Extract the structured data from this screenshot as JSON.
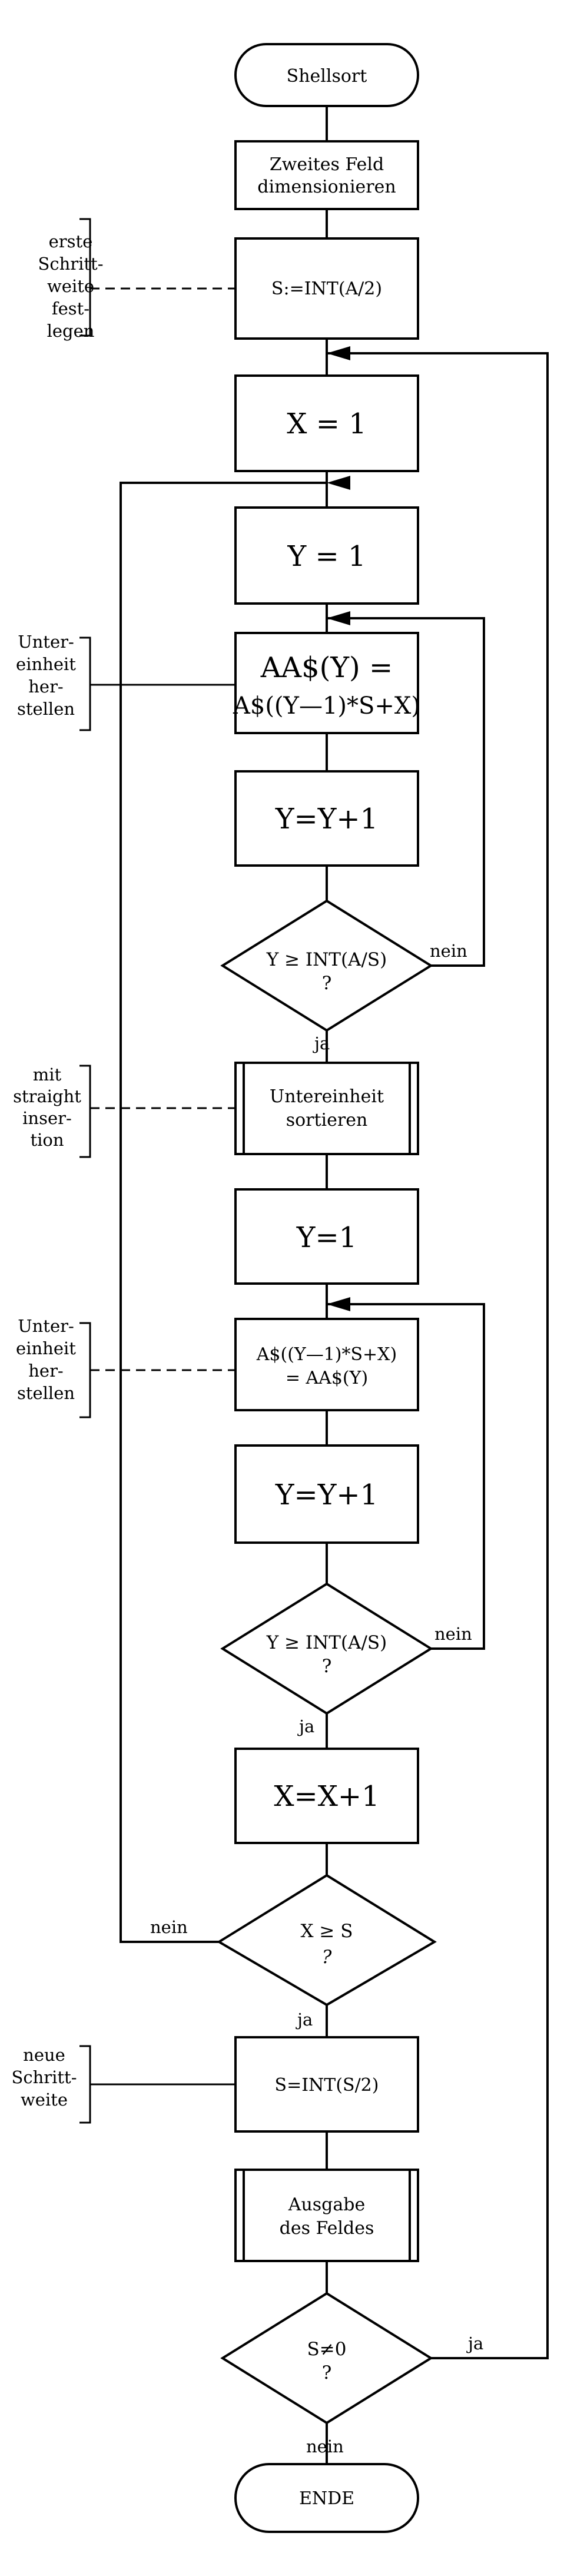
{
  "nodes": {
    "start": "Shellsort",
    "dim_field_1": "Zweites Feld",
    "dim_field_2": "dimensionieren",
    "init_step": "S:=INT(A/2)",
    "x_init": "X = 1",
    "y_init_1": "Y = 1",
    "assign_1a": "AA$(Y) =",
    "assign_1b": "A$((Y—1)*S+X)",
    "y_inc_1": "Y=Y+1",
    "dec_1a": "Y ≥ INT(A/S)",
    "dec_1b": "?",
    "sort_sub_1": "Untereinheit",
    "sort_sub_2": "sortieren",
    "y_init_2": "Y=1",
    "assign_2a": "A$((Y—1)*S+X)",
    "assign_2b": "= AA$(Y)",
    "y_inc_2": "Y=Y+1",
    "dec_2a": "Y ≥ INT(A/S)",
    "dec_2b": "?",
    "x_inc": "X=X+1",
    "dec_3a": "X ≥ S",
    "dec_3b": "?",
    "new_step": "S=INT(S/2)",
    "output_1": "Ausgabe",
    "output_2": "des Feldes",
    "dec_4a": "S≠0",
    "dec_4b": "?",
    "end": "ENDE"
  },
  "branches": {
    "nein": "nein",
    "ja": "ja"
  },
  "annotations": {
    "first_step": [
      "erste",
      "Schritt-",
      "weite",
      "fest-",
      "legen"
    ],
    "subunit_build_1": [
      "Unter-",
      "einheit",
      "her-",
      "stellen"
    ],
    "straight_insertion": [
      "mit",
      "straight",
      "inser-",
      "tion"
    ],
    "subunit_build_2": [
      "Unter-",
      "einheit",
      "her-",
      "stellen"
    ],
    "new_step": [
      "neue",
      "Schritt-",
      "weite"
    ]
  }
}
